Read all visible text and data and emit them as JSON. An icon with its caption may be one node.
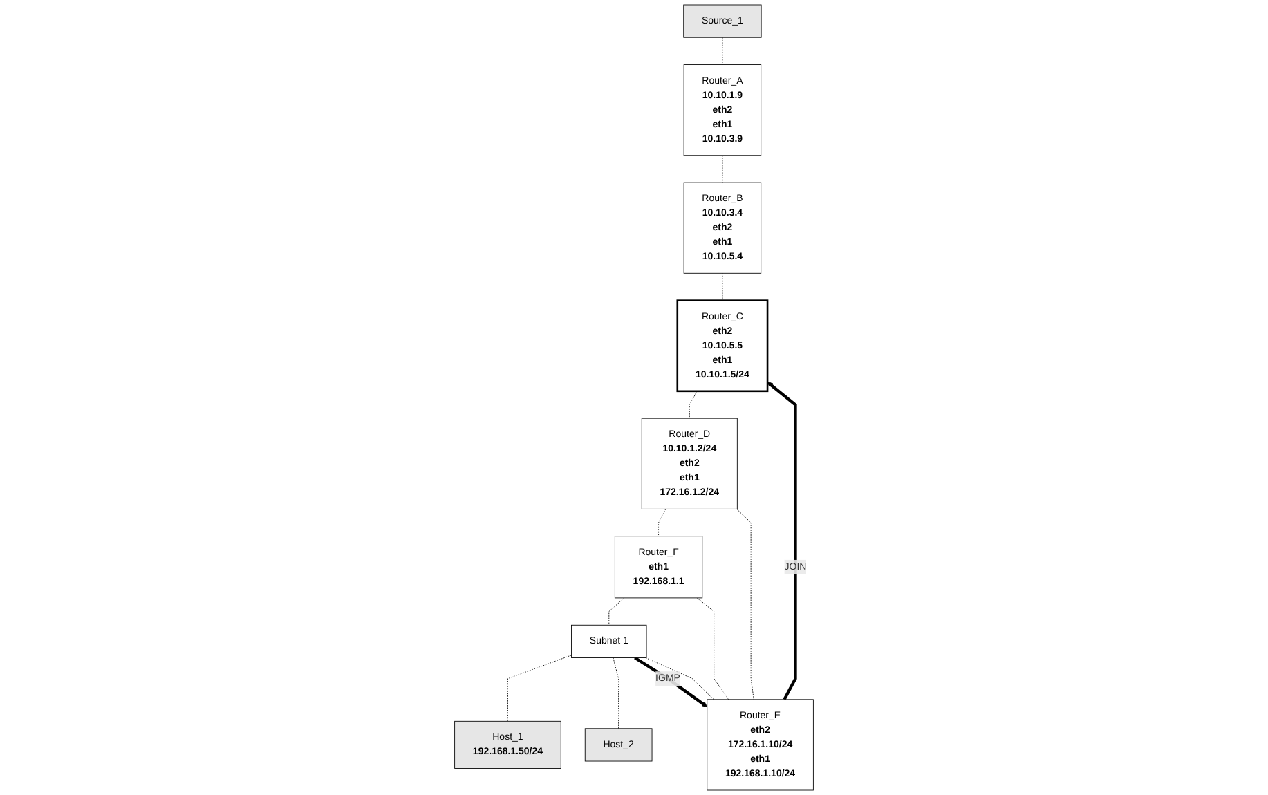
{
  "diagram": {
    "nodes": [
      {
        "text": [
          "Source_1"
        ]
      },
      {
        "text": [
          "Router_A",
          "10.10.1.9",
          "eth2",
          "eth1",
          "10.10.3.9"
        ]
      },
      {
        "text": [
          "Router_B",
          "10.10.3.4",
          "eth2",
          "eth1",
          "10.10.5.4"
        ]
      },
      {
        "text": [
          "Router_C",
          "eth2",
          "10.10.5.5",
          "eth1",
          "10.10.1.5/24"
        ]
      },
      {
        "text": [
          "Router_D",
          "10.10.1.2/24",
          "eth2",
          "eth1",
          "172.16.1.2/24"
        ]
      },
      {
        "text": [
          "Router_E",
          "eth2",
          "172.16.1.10/24",
          "eth1",
          "192.168.1.10/24"
        ]
      },
      {
        "text": [
          "Router_F",
          "eth1",
          "192.168.1.1"
        ]
      },
      {
        "text": [
          "Host_1",
          "192.168.1.50/24"
        ]
      },
      {
        "text": [
          "Host_2"
        ]
      },
      {
        "text": [
          "Subnet 1"
        ]
      }
    ],
    "edges": [
      {
        "from": 0,
        "to": 1,
        "arrow": "none",
        "style": "dashed"
      },
      {
        "from": 1,
        "to": 2,
        "arrow": "none",
        "style": "dashed"
      },
      {
        "from": 2,
        "to": 3,
        "arrow": "none",
        "style": "dashed"
      },
      {
        "from": 3,
        "to": 4,
        "arrow": "none",
        "style": "dashed"
      },
      {
        "from": 4,
        "to": 6,
        "arrow": "none",
        "style": "dashed"
      },
      {
        "from": 4,
        "to": 5,
        "arrow": "none",
        "style": "dashed"
      },
      {
        "from": 5,
        "to": 6,
        "arrow": "none",
        "style": "dashed"
      },
      {
        "from": 5,
        "to": 9,
        "arrow": "none",
        "style": "dashed"
      },
      {
        "from": 9,
        "to": 7,
        "arrow": "none",
        "style": "dashed"
      },
      {
        "from": 6,
        "to": 9,
        "arrow": "none",
        "style": "dashed"
      },
      {
        "from": 9,
        "to": 8,
        "arrow": "none",
        "style": "dashed"
      },
      {
        "from": 5,
        "to": 3,
        "arrow": "to",
        "style": "thick",
        "label": "JOIN"
      },
      {
        "from": 9,
        "to": 5,
        "arrow": "to",
        "style": "thick",
        "label": "IGMP"
      }
    ]
  }
}
